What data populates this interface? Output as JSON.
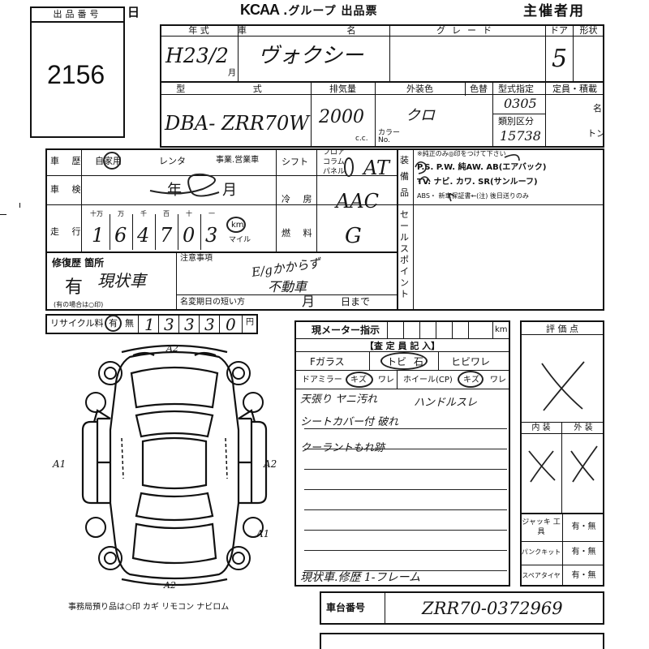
{
  "header": {
    "lot_label": "出品番号",
    "lot_number": "2156",
    "left_frag": "日",
    "brand": "KCAA",
    "title": ".グループ 出品票",
    "organizer": "主催者用"
  },
  "row1": {
    "year_label": "年 式",
    "year_value": "H23/2",
    "month_suffix": "月",
    "name_label": "車 名",
    "name_value": "ヴォクシー",
    "grade_label": "グレード",
    "grade_value": "",
    "doors_label": "ドア",
    "doors_value": "5",
    "shape_label": "形状",
    "shape_value": ""
  },
  "row2": {
    "model_label": "型 式",
    "model_value": "DBA- ZRR70W",
    "disp_label": "排気量",
    "disp_value": "2000",
    "cc": "c.c.",
    "color_label": "外装色",
    "color_value": "クロ",
    "color_no_label": "カラー No.",
    "repaint_label": "色替",
    "typedesig_label": "型式指定",
    "typedesig_value": "0305",
    "class_label": "類別区分",
    "class_value": "15738",
    "capacity_label": "定員・積載",
    "cap_unit1": "名",
    "cap_unit2": "トン"
  },
  "history": {
    "label": "車 歴",
    "opts": [
      "自家用",
      "レンタ",
      "事業.営業車"
    ],
    "inspection_label": "車 検",
    "inspection_year": "年",
    "inspection_month": "月",
    "mileage_label": "走 行",
    "digit_labels": [
      "十万",
      "万",
      "千",
      "百",
      "十",
      "一"
    ],
    "mileage_digits": [
      "1",
      "6",
      "4",
      "7",
      "0",
      "3"
    ],
    "unit_km": "km",
    "unit_mile": "マイル"
  },
  "drive": {
    "shift_label": "シフト",
    "shift_opts": [
      "フロア",
      "コラム",
      "パネル"
    ],
    "shift_value": "AT",
    "ac_label": "冷 房",
    "ac_value": "AAC",
    "fuel_label": "燃 料",
    "fuel_value": "G"
  },
  "equipment": {
    "label": "装備品",
    "note": "※純正のみ◎印をつけて下さい",
    "line1": "P.S. P.W. 純AW. AB(エアバック)",
    "line2": "TV. ナビ. カワ. SR(サンルーフ)",
    "line3": "ABS・ 新車保証書←(注) 後日送りのみ",
    "sales_label": "セールスポイント"
  },
  "repair": {
    "label": "修復歴 箇所",
    "value": "有",
    "location": "現状車",
    "note": "(有の場合は○印)"
  },
  "caution": {
    "label": "注意事項",
    "handwritten1": "E/gかからず",
    "handwritten2": "不動車",
    "term_label": "名変期日の短い方",
    "month": "月",
    "day": "日まで"
  },
  "recycle": {
    "label": "リサイクル料",
    "opt_yes": "有",
    "opt_no": "無",
    "digits": [
      "1",
      "3",
      "3",
      "3",
      "0"
    ],
    "unit": "円"
  },
  "meter": {
    "label": "現メーター指示",
    "unit": "km"
  },
  "inspector": {
    "header": "【査 定 員 記 入】",
    "f_glass": "Fガラス",
    "tobi": "トビ",
    "ishi": "石",
    "hibiware": "ヒビワレ",
    "door_mirror": "ドアミラー",
    "kizu": "キズ",
    "ware": "ワレ",
    "wheel": "ホイール(CP)",
    "kizu2": "キズ",
    "ware2": "ワレ",
    "lines": [
      "天張り ヤニ汚れ",
      "ハンドルスレ",
      "シートカバー付 破れ",
      "クーラントもれ跡"
    ],
    "bottom": "現状車.修歴 1-フレーム"
  },
  "evaluation": {
    "label": "評 価 点",
    "interior": "内 装",
    "exterior": "外 装"
  },
  "tools": [
    {
      "name": "ジャッキ 工 具",
      "value": "有・無"
    },
    {
      "name": "パンクキット",
      "value": "有・無"
    },
    {
      "name": "スペアタイヤ",
      "value": "有・無"
    }
  ],
  "diagram": {
    "mark_top": "A2",
    "mark_left": "A1",
    "mark_right": "A2",
    "mark_right2": "A1",
    "mark_bottom": "A2",
    "footer": "事務局預り品は○印 カギ リモコン ナビロム"
  },
  "chassis": {
    "label": "車台番号",
    "value": "ZRR70-0372969"
  }
}
